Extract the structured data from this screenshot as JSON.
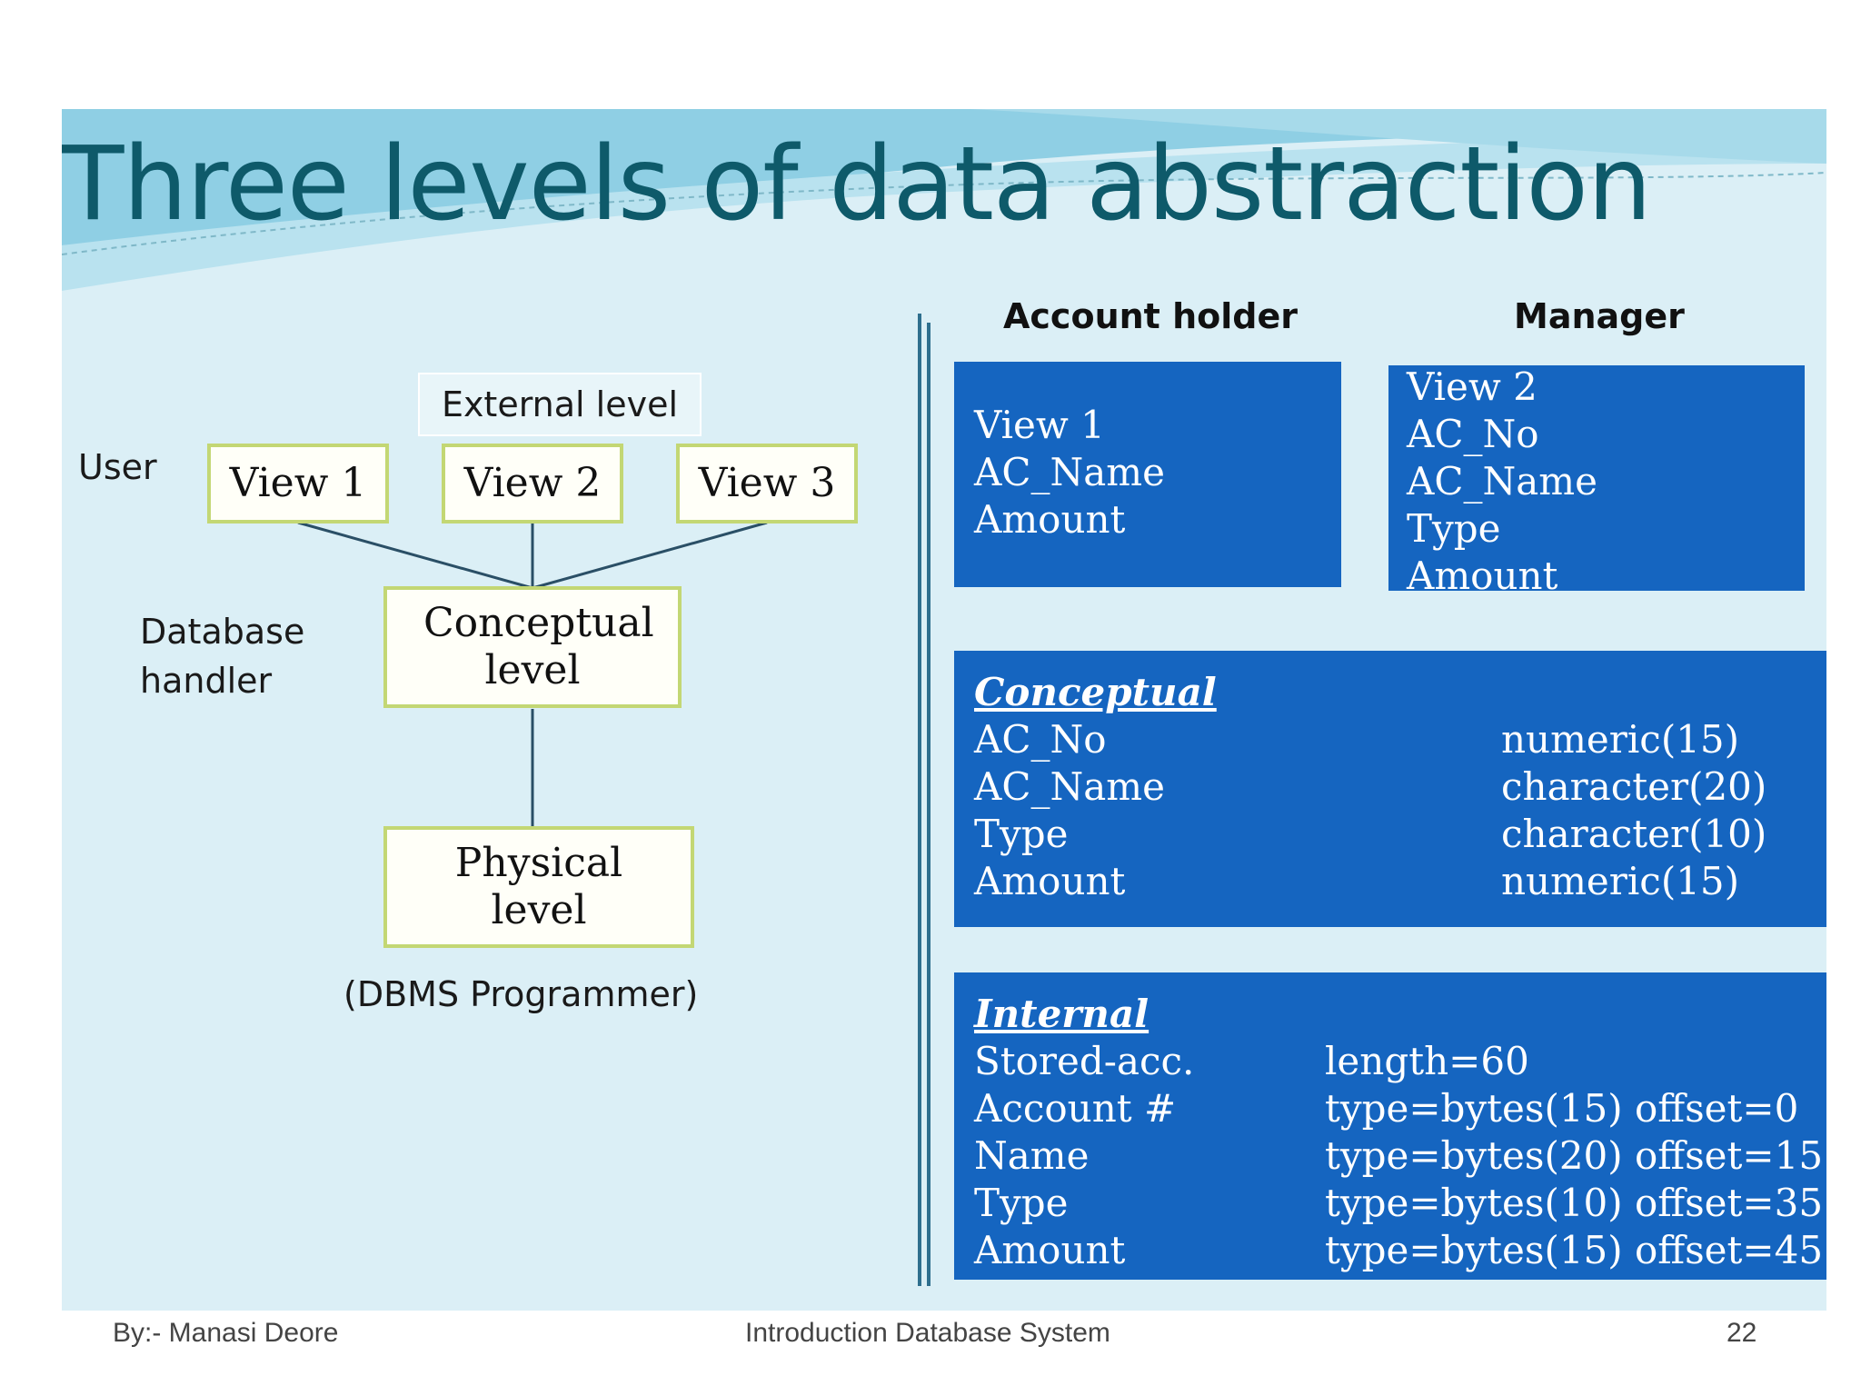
{
  "slide": {
    "title": "Three levels of data abstraction",
    "colors": {
      "background": "#dbeff6",
      "title": "#0e5a6a",
      "panel": "#1565c0",
      "box_border": "#c3d774"
    }
  },
  "diagram": {
    "external_level_label": "External level",
    "user_label": "User",
    "database_handler_label": "Database handler",
    "views": [
      "View 1",
      "View 2",
      "View 3"
    ],
    "conceptual_box": "Conceptual level",
    "physical_box": "Physical level",
    "programmer_label": "(DBMS Programmer)"
  },
  "schema": {
    "account_holder_header": "Account holder",
    "manager_header": "Manager",
    "account_holder_view": [
      "View 1",
      "AC_Name",
      "Amount"
    ],
    "manager_view": [
      "View 2",
      "AC_No",
      "AC_Name",
      "Type",
      "Amount"
    ],
    "conceptual": {
      "title": "Conceptual",
      "rows": [
        {
          "field": "AC_No",
          "type": "numeric(15)"
        },
        {
          "field": "AC_Name",
          "type": "character(20)"
        },
        {
          "field": "Type",
          "type": "character(10)"
        },
        {
          "field": "Amount",
          "type": "numeric(15)"
        }
      ]
    },
    "internal": {
      "title": "Internal",
      "rows": [
        {
          "field": "Stored-acc.",
          "spec": "length=60"
        },
        {
          "field": "Account #",
          "spec": "type=bytes(15) offset=0"
        },
        {
          "field": "Name",
          "spec": "type=bytes(20) offset=15"
        },
        {
          "field": "Type",
          "spec": "type=bytes(10) offset=35"
        },
        {
          "field": "Amount",
          "spec": "type=bytes(15) offset=45"
        }
      ]
    }
  },
  "footer": {
    "author": "By:- Manasi Deore",
    "course": "Introduction Database System",
    "page": "22"
  }
}
